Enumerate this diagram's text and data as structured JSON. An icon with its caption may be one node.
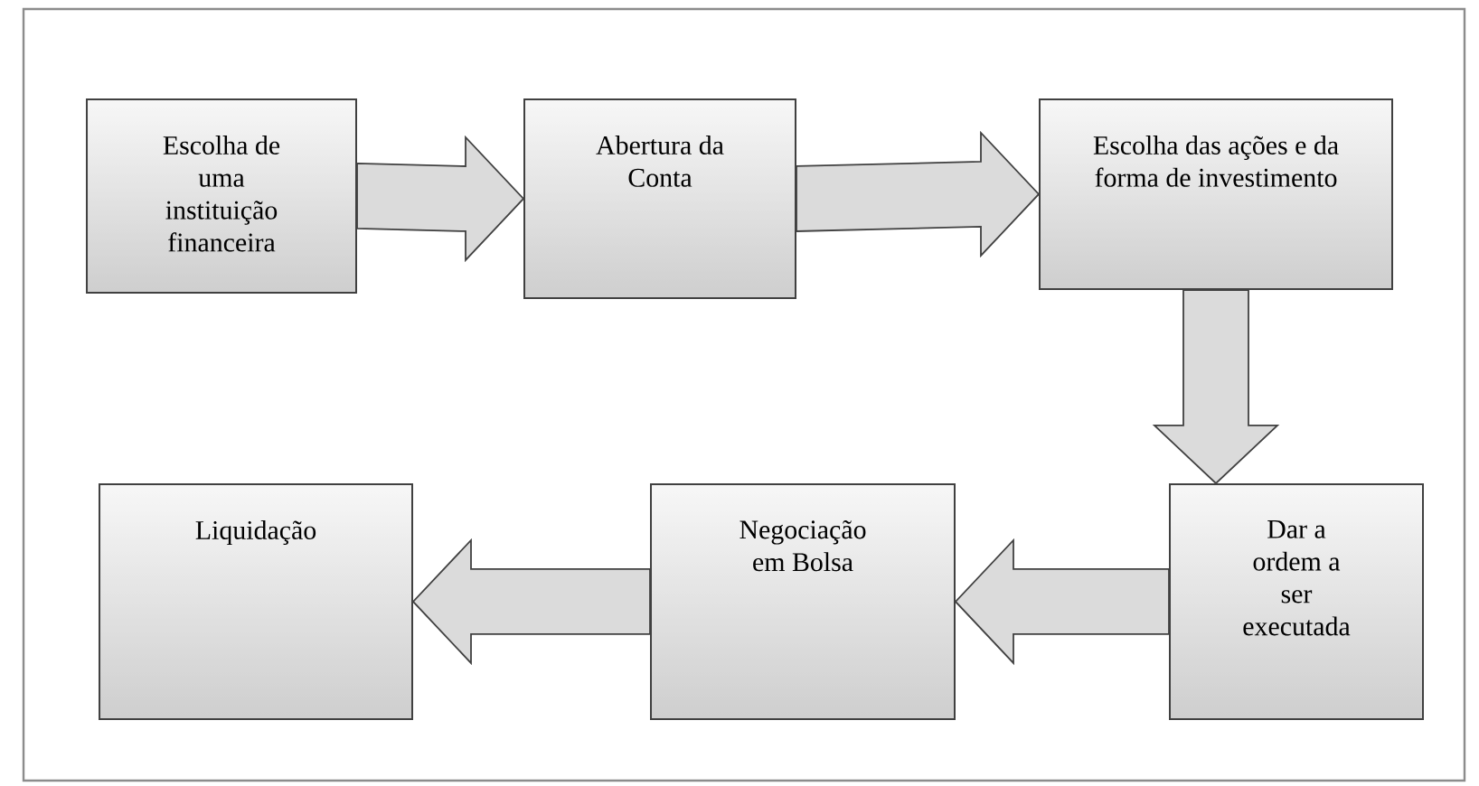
{
  "diagram": {
    "nodes": [
      {
        "text": [
          "Escolha de uma instituição financeira"
        ]
      },
      {
        "text": [
          "Abertura da Conta"
        ]
      },
      {
        "text": [
          "Escolha das ações e da forma de investimento"
        ]
      },
      {
        "text": [
          "Dar a ordem a ser executada"
        ]
      },
      {
        "text": [
          "Negociação em Bolsa"
        ]
      },
      {
        "text": [
          "Liquidação"
        ]
      }
    ],
    "edges": [
      {
        "from": 0,
        "to": 1,
        "arrow": "to"
      },
      {
        "from": 1,
        "to": 2,
        "arrow": "to"
      },
      {
        "from": 2,
        "to": 3,
        "arrow": "to"
      },
      {
        "from": 3,
        "to": 4,
        "arrow": "to"
      },
      {
        "from": 4,
        "to": 5,
        "arrow": "to"
      }
    ]
  }
}
